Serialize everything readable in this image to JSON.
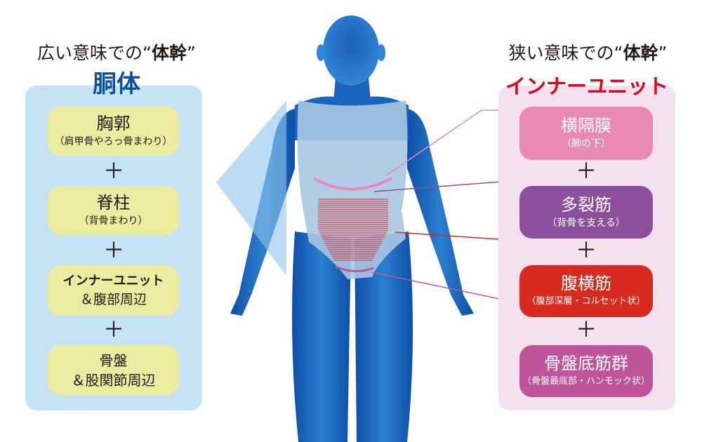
{
  "left": {
    "heading_prefix": "広い意味での“",
    "heading_bold": "体幹",
    "heading_suffix": "”",
    "title": "胴体",
    "title_color": "#0a4fa0",
    "items": [
      {
        "title": "胸郭",
        "sub": "（肩甲骨やろっ骨まわり）"
      },
      {
        "title": "脊柱",
        "sub": "（背骨まわり）"
      },
      {
        "title": "インナーユニット",
        "sub": "＆腹部周辺"
      },
      {
        "title": "骨盤",
        "sub": "＆股関節周辺"
      }
    ],
    "plus": "＋"
  },
  "right": {
    "heading_prefix": "狭い意味での“",
    "heading_bold": "体幹",
    "heading_suffix": "”",
    "title": "インナーユニット",
    "title_color": "#e2001a",
    "items": [
      {
        "title": "横隔膜",
        "sub": "（肺の下）",
        "color": "#e889b6"
      },
      {
        "title": "多裂筋",
        "sub": "（背骨を支える）",
        "color": "#8b4f9c"
      },
      {
        "title": "腹横筋",
        "sub": "（腹部深層・コルセット状）",
        "color": "#d92a1f"
      },
      {
        "title": "骨盤底筋群",
        "sub": "（骨盤最底部・ハンモック状）",
        "color": "#c0549a"
      }
    ],
    "plus": "＋"
  }
}
